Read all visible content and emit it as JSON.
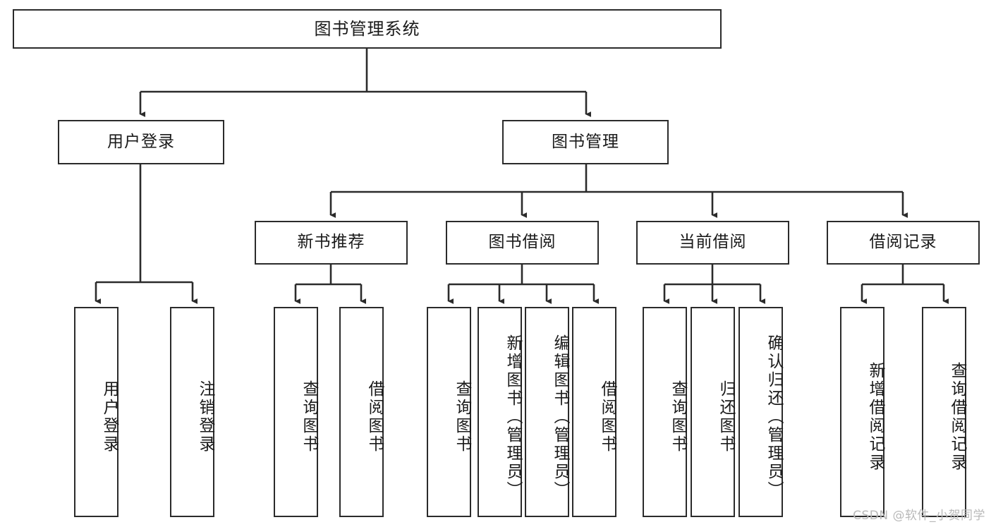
{
  "diagram": {
    "type": "tree",
    "title": "图书管理系统",
    "orientation": "top-down",
    "colors": {
      "box_border": "#2b2b2b",
      "box_fill": "#ffffff",
      "connector": "#2b2b2b",
      "text": "#1a1a1a",
      "watermark": "#b9b9b9"
    },
    "root": {
      "label": "图书管理系统"
    },
    "level2": [
      {
        "label": "用户登录"
      },
      {
        "label": "图书管理"
      }
    ],
    "level3": [
      {
        "label": "新书推荐"
      },
      {
        "label": "图书借阅"
      },
      {
        "label": "当前借阅"
      },
      {
        "label": "借阅记录"
      }
    ],
    "leaves": {
      "user_login": [
        {
          "label": "用户登录"
        },
        {
          "label": "注销登录"
        }
      ],
      "new_book_recommend": [
        {
          "label": "查询图书"
        },
        {
          "label": "借阅图书"
        }
      ],
      "book_borrow": [
        {
          "label": "查询图书"
        },
        {
          "label": "新增图书（管理员）"
        },
        {
          "label": "编辑图书（管理员）"
        },
        {
          "label": "借阅图书"
        }
      ],
      "current_borrow": [
        {
          "label": "查询图书"
        },
        {
          "label": "归还图书"
        },
        {
          "label": "确认归还（管理员）"
        }
      ],
      "borrow_record": [
        {
          "label": "新增借阅记录"
        },
        {
          "label": "查询借阅记录"
        }
      ]
    }
  },
  "watermark": {
    "text": "CSDN @软件_小贺同学"
  }
}
